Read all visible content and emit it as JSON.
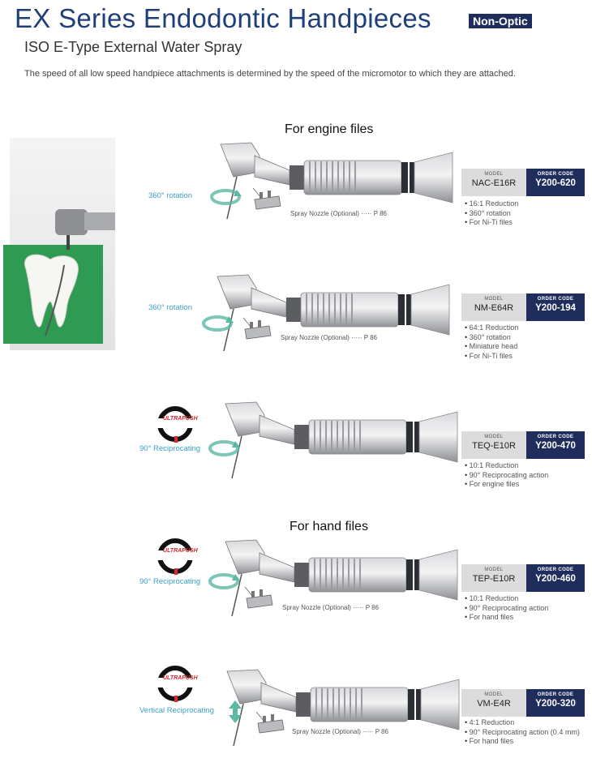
{
  "header": {
    "title": "EX Series Endodontic Handpieces",
    "badge": "Non-Optic",
    "subtitle": "ISO E-Type External Water Spray",
    "note": "The speed of all low speed handpiece attachments is determined by the speed of the micromotor to which they are attached."
  },
  "sections": {
    "engine": "For engine files",
    "hand": "For hand files"
  },
  "labels": {
    "model": "MODEL",
    "order_code": "ORDER CODE",
    "ultrapush": "ULTRAPUSH"
  },
  "products": [
    {
      "motion": "360° rotation",
      "spray": "Spray Nozzle (Optional) ····· P 86",
      "model": "NAC-E16R",
      "code": "Y200-620",
      "features": [
        "16:1 Reduction",
        "360° rotation",
        "For Ni-Ti files"
      ]
    },
    {
      "motion": "360° rotation",
      "spray": "Spray Nozzle (Optional) ····· P 86",
      "model": "NM-E64R",
      "code": "Y200-194",
      "features": [
        "64:1 Reduction",
        "360° rotation",
        "Miniature head",
        "For Ni-Ti files"
      ]
    },
    {
      "motion": "90° Reciprocating",
      "spray": "",
      "model": "TEQ-E10R",
      "code": "Y200-470",
      "features": [
        "10:1 Reduction",
        "90° Reciprocating action",
        "For engine files"
      ]
    },
    {
      "motion": "90° Reciprocating",
      "spray": "Spray Nozzle (Optional) ····· P 86",
      "model": "TEP-E10R",
      "code": "Y200-460",
      "features": [
        "10:1 Reduction",
        "90° Reciprocating action",
        "For hand files"
      ]
    },
    {
      "motion": "Vertical Reciprocating",
      "spray": "Spray Nozzle (Optional) ····· P 86",
      "model": "VM-E4R",
      "code": "Y200-320",
      "features": [
        "4:1 Reduction",
        "90° Reciprocating action (0.4 mm)",
        "For hand files"
      ]
    }
  ],
  "colors": {
    "navy": "#1f2d5c",
    "title_blue": "#1f3f7a",
    "cyan_text": "#39a0c6",
    "green": "#2f9a52",
    "ultrapush_red": "#d8262c"
  }
}
